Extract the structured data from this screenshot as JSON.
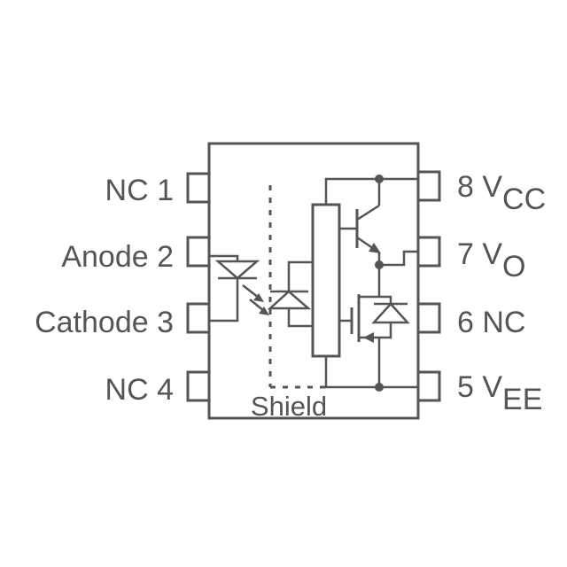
{
  "pins_left": [
    {
      "label": "NC 1"
    },
    {
      "label": "Anode 2"
    },
    {
      "label": "Cathode 3"
    },
    {
      "label": "NC 4"
    }
  ],
  "pins_right": [
    {
      "prefix": "8 V",
      "sub": "CC"
    },
    {
      "prefix": "7 V",
      "sub": "O"
    },
    {
      "prefix": "6 NC",
      "sub": ""
    },
    {
      "prefix": "5 V",
      "sub": "EE"
    }
  ],
  "shield_label": "Shield",
  "colors": {
    "line": "#555555",
    "background": "#ffffff"
  }
}
